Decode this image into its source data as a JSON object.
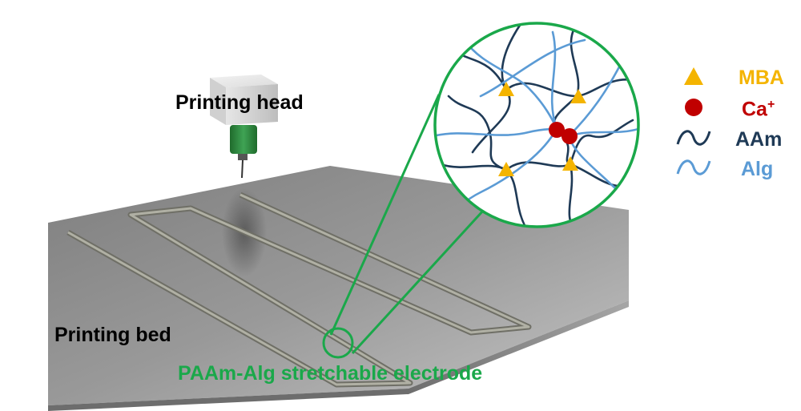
{
  "labels": {
    "printing_head": "Printing head",
    "printing_bed": "Printing bed",
    "electrode": "PAAm-Alg stretchable electrode"
  },
  "legend": [
    {
      "symbol": "triangle",
      "text": "MBA",
      "color": "#f4b400"
    },
    {
      "symbol": "circle",
      "text": "Ca+",
      "color": "#c00000"
    },
    {
      "symbol": "wave",
      "text": "AAm",
      "color": "#1f3a56"
    },
    {
      "symbol": "wave",
      "text": "Alg",
      "color": "#5b9bd5"
    }
  ],
  "colors": {
    "electrode_green": "#1aa84a",
    "bed_gray": "#8a8a8a",
    "nozzle_green": "#2e8b3e",
    "trace_color": "#8f8f84"
  }
}
